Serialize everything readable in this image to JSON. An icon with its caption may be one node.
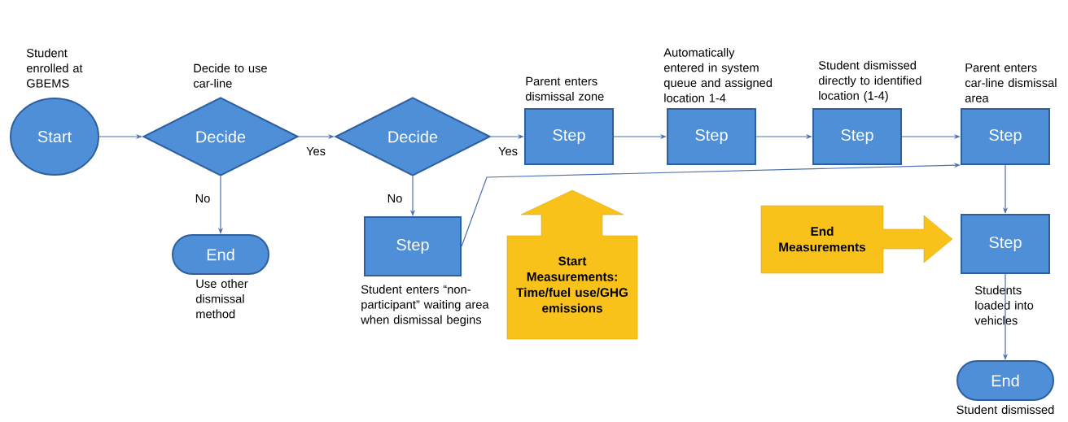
{
  "diagram": {
    "nodes": [
      {
        "text": [
          "Start"
        ],
        "beside": [
          "Student enrolled at GBEMS"
        ]
      },
      {
        "text": [
          "Decide"
        ],
        "beside": [
          "Decide to use car-line"
        ]
      },
      {
        "text": [
          "End"
        ],
        "beside": [
          "Use other dismissal method"
        ]
      },
      {
        "text": [
          "Decide"
        ]
      },
      {
        "text": [
          "Step"
        ],
        "beside": [
          "Parent enters dismissal zone"
        ]
      },
      {
        "text": [
          "Step"
        ],
        "beside": [
          "Automatically entered in system queue and assigned location 1-4"
        ]
      },
      {
        "text": [
          "Step"
        ],
        "beside": [
          "Student dismissed directly to identified location (1-4)"
        ]
      },
      {
        "text": [
          "Step"
        ],
        "beside": [
          "Parent enters car-line dismissal area"
        ]
      },
      {
        "text": [
          "Step"
        ],
        "beside": [
          "Student enters “non-participant” waiting area when dismissal begins"
        ]
      },
      {
        "text": [
          "Step"
        ],
        "beside": [
          "Students loaded into vehicles"
        ]
      },
      {
        "text": [
          "End"
        ],
        "beside": [
          "Student dismissed"
        ]
      },
      {
        "text": [
          "Start Measurements: Time/fuel use/GHG emissions"
        ]
      },
      {
        "text": [
          "End Measurements"
        ]
      }
    ],
    "edges": [
      {
        "from": 0,
        "to": 1,
        "arrow": "to"
      },
      {
        "from": 1,
        "to": 3,
        "arrow": "to",
        "label": "Yes"
      },
      {
        "from": 1,
        "to": 2,
        "arrow": "to",
        "label": "No"
      },
      {
        "from": 3,
        "to": 4,
        "arrow": "to",
        "label": "Yes"
      },
      {
        "from": 3,
        "to": 8,
        "arrow": "to",
        "label": "No"
      },
      {
        "from": 4,
        "to": 5,
        "arrow": "to"
      },
      {
        "from": 5,
        "to": 6,
        "arrow": "to"
      },
      {
        "from": 6,
        "to": 7,
        "arrow": "to"
      },
      {
        "from": 8,
        "to": 7,
        "arrow": "to"
      },
      {
        "from": 7,
        "to": 9,
        "arrow": "to"
      },
      {
        "from": 9,
        "to": 10,
        "arrow": "to"
      }
    ]
  }
}
